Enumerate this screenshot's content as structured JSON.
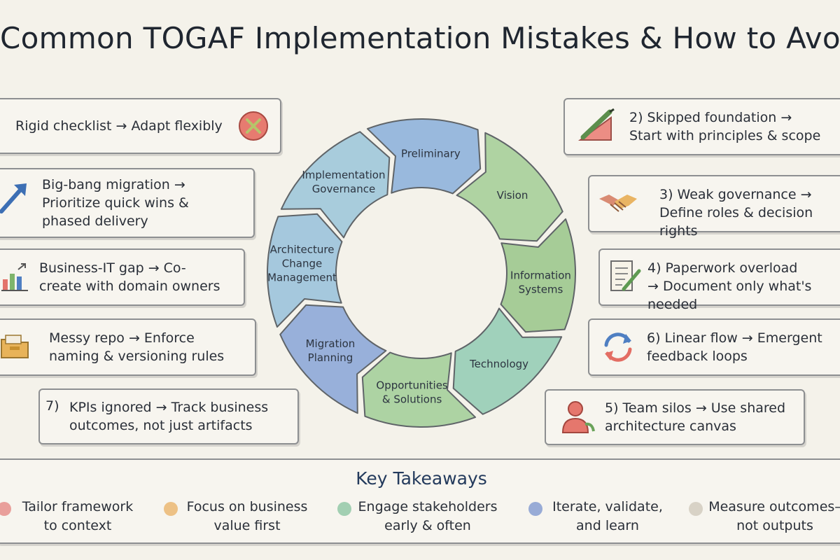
{
  "title": "Common TOGAF Implementation Mistakes & How to Avoid Them",
  "cycle": {
    "segments": [
      {
        "id": "preliminary",
        "lines": [
          "Preliminary"
        ],
        "color": "#8fb3db"
      },
      {
        "id": "vision",
        "lines": [
          "Vision"
        ],
        "color": "#a7cf9a"
      },
      {
        "id": "information-systems",
        "lines": [
          "Information",
          "Systems"
        ],
        "color": "#9dc88e"
      },
      {
        "id": "technology",
        "lines": [
          "Technology"
        ],
        "color": "#97cdb6"
      },
      {
        "id": "opportunities",
        "lines": [
          "Opportunities",
          "& Solutions"
        ],
        "color": "#a5cf9b"
      },
      {
        "id": "migration-planning",
        "lines": [
          "Migration",
          "Planning"
        ],
        "color": "#8ea8d8"
      },
      {
        "id": "architecture-change",
        "lines": [
          "Architecture",
          "Change",
          "Management"
        ],
        "color": "#9cc3db"
      },
      {
        "id": "implementation-governance",
        "lines": [
          "Implementation",
          "Governance"
        ],
        "color": "#a0c8da"
      }
    ]
  },
  "mistakes": {
    "m1": {
      "lines": [
        "Rigid checklist → Adapt flexibly"
      ]
    },
    "m2": {
      "lines": [
        "2) Skipped foundation →",
        "Start with principles & scope"
      ]
    },
    "m3": {
      "lines": [
        "3) Weak governance →",
        "Define roles & decision rights"
      ]
    },
    "m4": {
      "lines": [
        "4) Paperwork overload",
        "→ Document only what's needed"
      ]
    },
    "m5": {
      "lines": [
        "5) Team silos → Use shared",
        "architecture canvas"
      ]
    },
    "m6": {
      "lines": [
        "6) Linear flow → Emergent",
        "feedback loops"
      ]
    },
    "m7": {
      "number": "7)",
      "lines": [
        "KPIs ignored → Track business",
        "outcomes, not just artifacts"
      ]
    },
    "big_bang": {
      "lines": [
        "Big-bang migration →",
        "Prioritize quick wins &",
        "phased delivery"
      ]
    },
    "business_it": {
      "lines": [
        "Business-IT gap → Co-",
        "create with domain owners"
      ]
    },
    "messy_repo": {
      "lines": [
        "Messy repo → Enforce",
        "naming & versioning rules"
      ]
    }
  },
  "takeaways": {
    "title": "Key Takeaways",
    "items": [
      {
        "lines": [
          "Tailor framework",
          "to context"
        ],
        "color": "#e58a86"
      },
      {
        "lines": [
          "Focus on business",
          "value first"
        ],
        "color": "#eab46a"
      },
      {
        "lines": [
          "Engage stakeholders",
          "early & often"
        ],
        "color": "#8cc6a3"
      },
      {
        "lines": [
          "Iterate, validate,",
          "and learn"
        ],
        "color": "#7f99cf"
      },
      {
        "lines": [
          "Measure outcomes–",
          "not outputs"
        ],
        "color": "#cfc9bc"
      }
    ]
  },
  "icon_names": [
    "cross-circle-icon",
    "pencil-ruler-icon",
    "handshake-icon",
    "document-pen-icon",
    "person-icon",
    "refresh-arrows-icon",
    "growth-arrow-icon",
    "bar-chart-icon",
    "folder-icon"
  ]
}
